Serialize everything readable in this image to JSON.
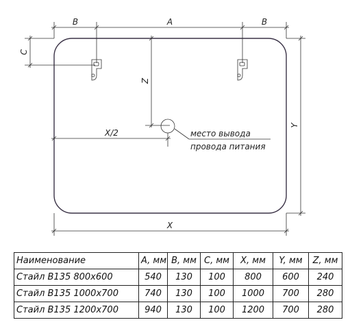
{
  "drawing": {
    "labels": {
      "A": "A",
      "B_left": "B",
      "B_right": "B",
      "C": "C",
      "Z": "Z",
      "X_half": "X/2",
      "X": "X",
      "Y": "Y"
    },
    "note_line1": "место вывода",
    "note_line2": "провода питания"
  },
  "table": {
    "headers": [
      "Наименование",
      "A, мм",
      "B, мм",
      "C, мм",
      "X, мм",
      "Y, мм",
      "Z, мм"
    ],
    "rows": [
      [
        "Стайл B135 800x600",
        "540",
        "130",
        "100",
        "800",
        "600",
        "240"
      ],
      [
        "Стайл B135 1000x700",
        "740",
        "130",
        "100",
        "1000",
        "700",
        "280"
      ],
      [
        "Стайл B135 1200x700",
        "940",
        "130",
        "100",
        "1200",
        "700",
        "280"
      ]
    ]
  }
}
